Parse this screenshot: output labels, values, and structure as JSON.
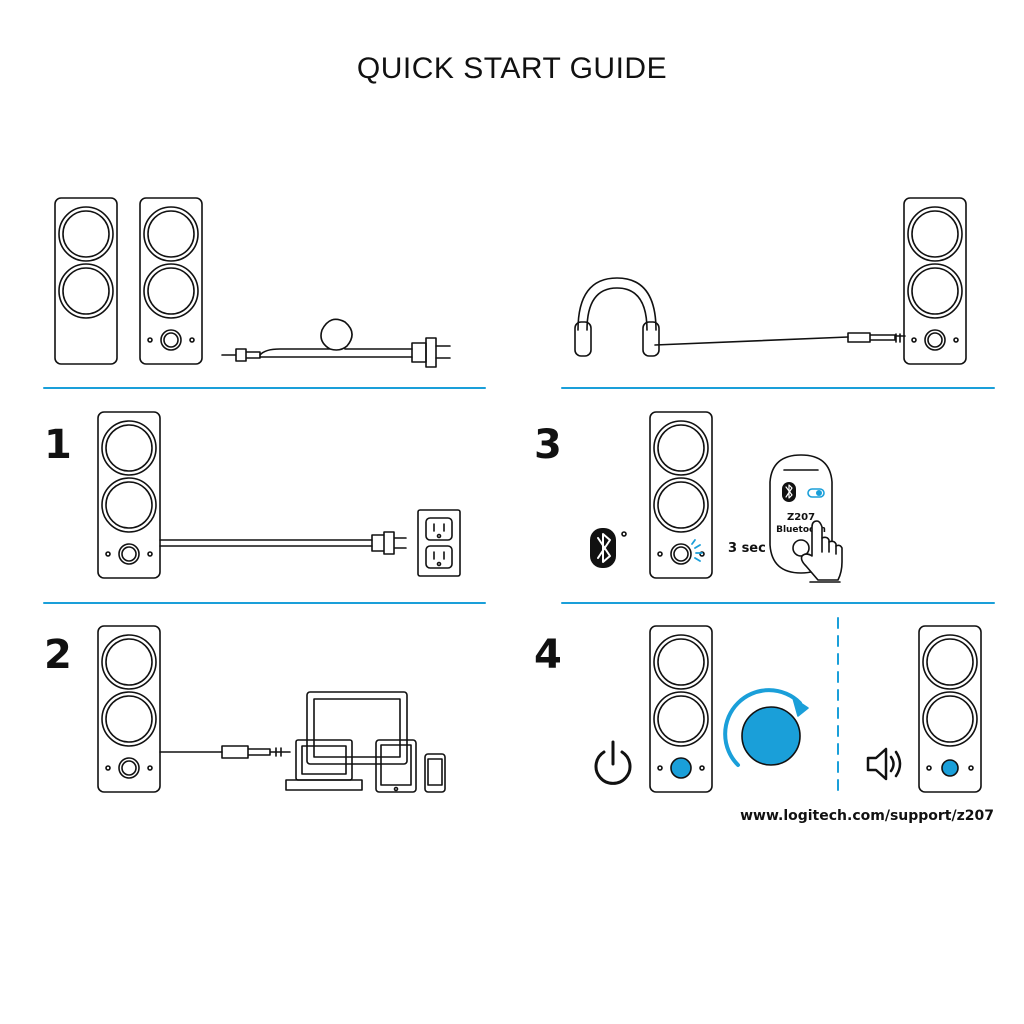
{
  "title": "QUICK START GUIDE",
  "steps": [
    "1",
    "2",
    "3",
    "4"
  ],
  "step3": {
    "hold_time": "3 sec",
    "device_name": "Z207",
    "device_sub": "Bluetooth"
  },
  "support_url": "www.logitech.com/support/z207",
  "colors": {
    "accent": "#1a9fd9",
    "line": "#111111",
    "blue_fill": "#1a9fd9"
  },
  "icons": [
    "speaker-icon",
    "power-cord-icon",
    "headphones-icon",
    "wall-outlet-icon",
    "laptop-icon",
    "tablet-icon",
    "phone-icon",
    "bluetooth-icon",
    "smartphone-icon",
    "hand-press-icon",
    "power-icon",
    "volume-knob-icon",
    "speaker-volume-icon"
  ]
}
